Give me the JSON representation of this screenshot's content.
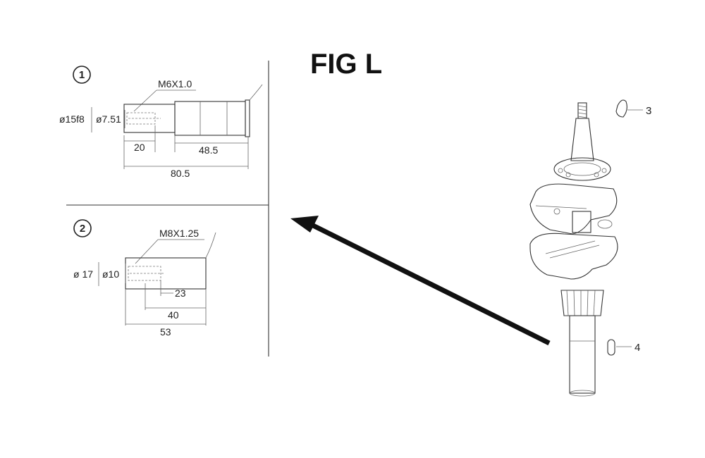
{
  "title": "FIG L",
  "detail_1": {
    "number": "1",
    "thread": "M6X1.0",
    "diameter_outer": "ø15f8",
    "diameter_inner": "ø7.51",
    "dim_short": "20",
    "dim_mid": "48.5",
    "dim_total": "80.5"
  },
  "detail_2": {
    "number": "2",
    "thread": "M8X1.25",
    "diameter_outer": "ø 17",
    "diameter_inner": "ø10",
    "dim_short": "23",
    "dim_mid": "40",
    "dim_total": "53"
  },
  "callouts": {
    "key_upper": "3",
    "key_lower": "4"
  }
}
